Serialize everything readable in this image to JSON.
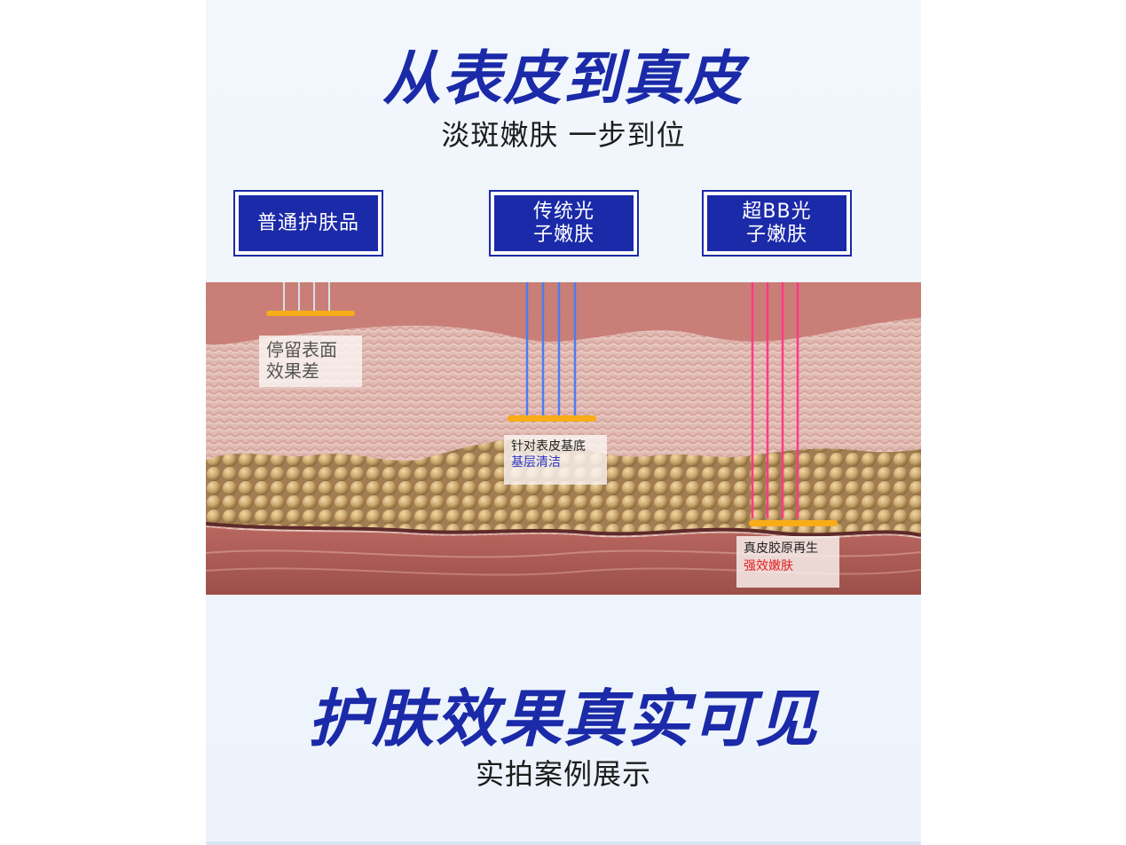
{
  "header": {
    "title": "从表皮到真皮",
    "subtitle": "淡斑嫩肤 一步到位"
  },
  "tags": [
    {
      "label": "普通护肤品"
    },
    {
      "label": "传统光\n子嫩肤"
    },
    {
      "label": "超BB光\n子嫩肤"
    }
  ],
  "notes": [
    {
      "line1": "停留表面",
      "line2": "效果差"
    },
    {
      "line1": "针对表皮基底",
      "line2": "基层清洁"
    },
    {
      "line1": "真皮胶原再生",
      "line2": "强效嫩肤"
    }
  ],
  "footer": {
    "title": "护肤效果真实可见",
    "subtitle": "实拍案例展示"
  },
  "colors": {
    "brand_blue": "#1b2aa8",
    "light_beam_white": "#dbefff",
    "light_beam_blue": "#4e7cf2",
    "light_beam_pink": "#ff3a86",
    "focus_bar": "#f7ac18",
    "emphasis_red": "#e52020"
  }
}
